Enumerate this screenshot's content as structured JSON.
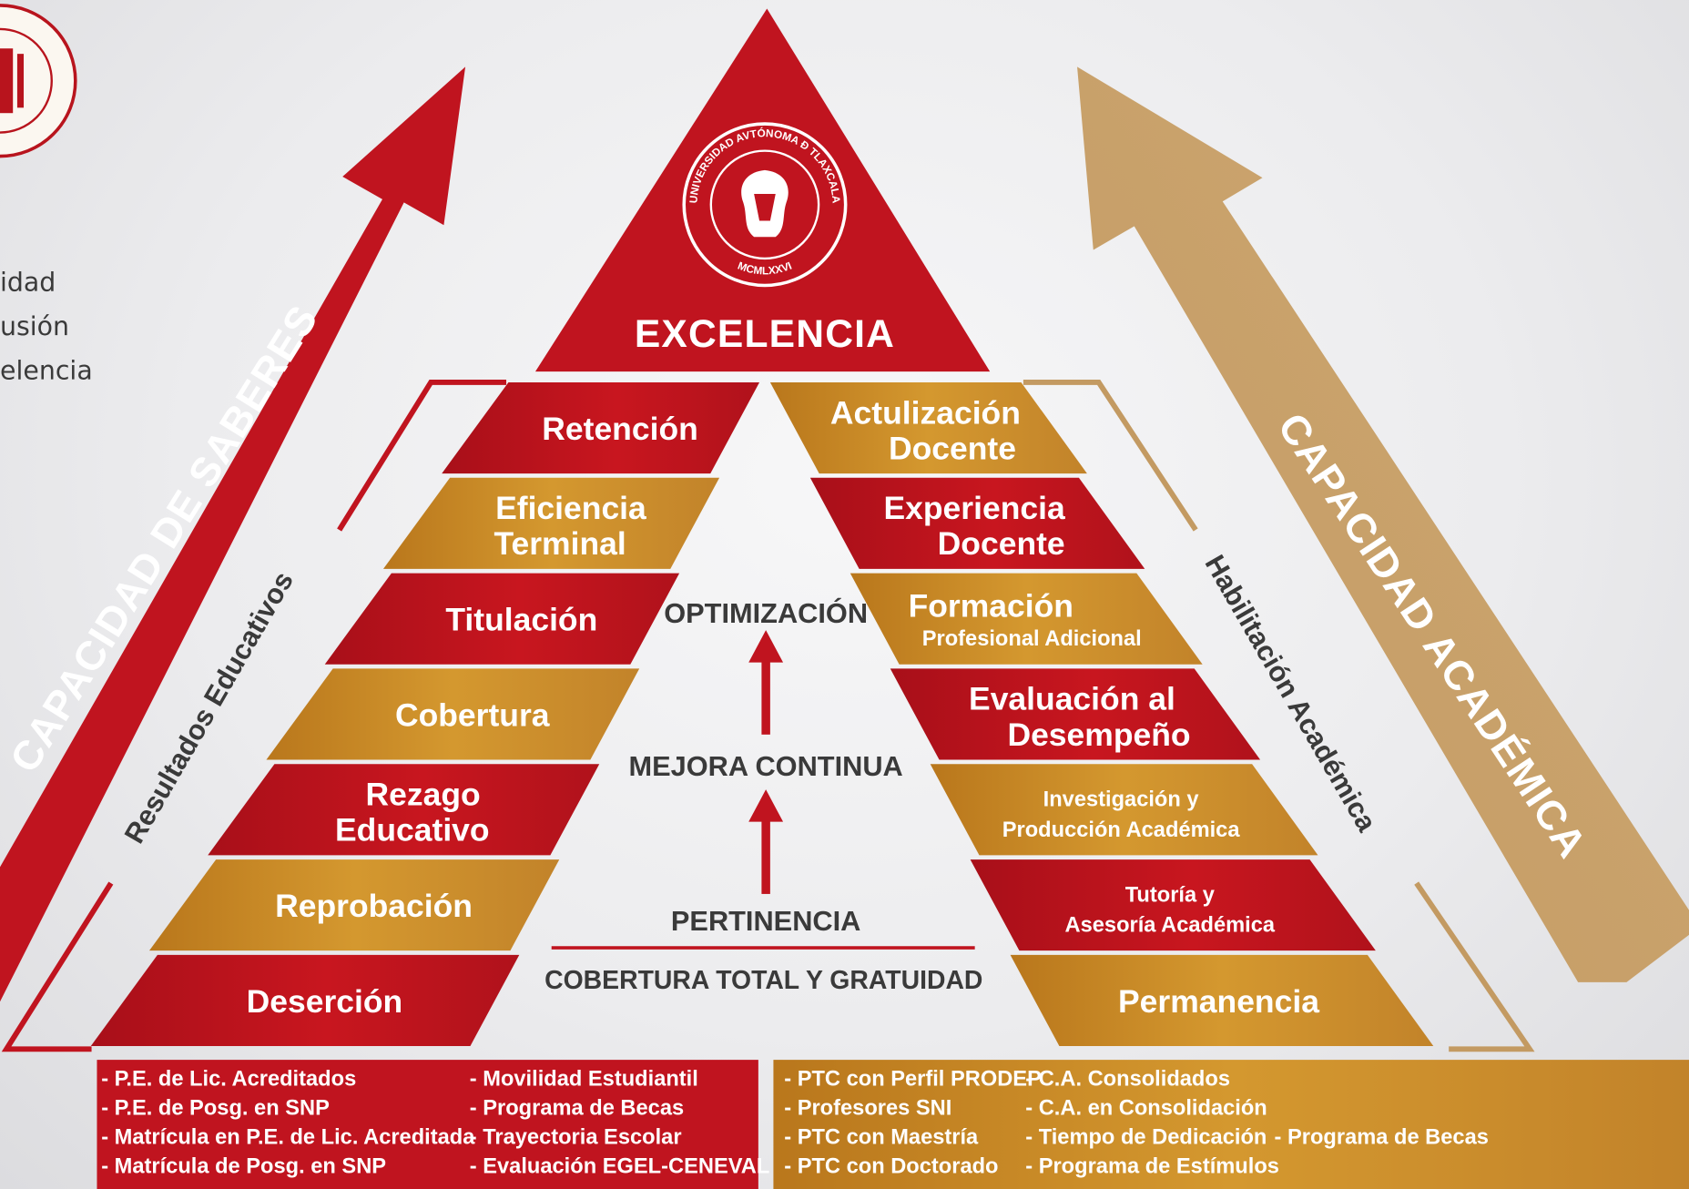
{
  "colors": {
    "red": "#c0141f",
    "gold": "#c88a2a",
    "tan": "#c39a62",
    "white": "#ffffff"
  },
  "left_fragments": [
    "idad",
    "usión",
    "elencia"
  ],
  "seal_small_text": [
    "MA Ɖ TLAXCALA",
    "TLAXCALA ·",
    "XVI"
  ],
  "seal": {
    "text_top": "UNIVERSIDAD AVTÓNOMA Ɖ TLAXCALA",
    "text_bottom": "MCMLXXVI"
  },
  "apex_label": "EXCELENCIA",
  "left_arrow_label": "CAPACIDAD DE SABERES",
  "right_arrow_label": "CAPACIDAD ACADÉMICA",
  "left_bracket_label": "Resultados Educativos",
  "right_bracket_label": "Habilitación Académica",
  "center": {
    "optimizacion": "OPTIMIZACIÓN",
    "mejora": "MEJORA CONTINUA",
    "pertinencia": "PERTINENCIA",
    "cobertura": "COBERTURA TOTAL Y GRATUIDAD"
  },
  "left_bars": [
    {
      "lines": [
        "Retención"
      ],
      "color": "red"
    },
    {
      "lines": [
        "Eficiencia",
        "Terminal"
      ],
      "color": "gold"
    },
    {
      "lines": [
        "Titulación"
      ],
      "color": "red"
    },
    {
      "lines": [
        "Cobertura"
      ],
      "color": "gold"
    },
    {
      "lines": [
        "Rezago",
        "Educativo"
      ],
      "color": "red"
    },
    {
      "lines": [
        "Reprobación"
      ],
      "color": "gold"
    },
    {
      "lines": [
        "Deserción"
      ],
      "color": "red"
    }
  ],
  "right_bars": [
    {
      "lines": [
        "Actulización",
        "Docente"
      ],
      "color": "gold"
    },
    {
      "lines": [
        "Experiencia",
        "Docente"
      ],
      "color": "red"
    },
    {
      "lines": [
        "Formación",
        "Profesional Adicional"
      ],
      "color": "gold"
    },
    {
      "lines": [
        "Evaluación al",
        "Desempeño"
      ],
      "color": "red"
    },
    {
      "lines": [
        "Investigación y",
        "Producción Académica"
      ],
      "color": "gold"
    },
    {
      "lines": [
        "Tutoría y",
        "Asesoría Académica"
      ],
      "color": "red"
    },
    {
      "lines": [
        "Permanencia"
      ],
      "color": "gold"
    }
  ],
  "bottom_left": {
    "col1": [
      "- P.E. de Lic. Acreditados",
      "- P.E. de Posg. en SNP",
      "- Matrícula en P.E. de Lic. Acreditada",
      "- Matrícula de Posg. en SNP"
    ],
    "col2": [
      "- Movilidad Estudiantil",
      "- Programa de Becas",
      "- Trayectoria Escolar",
      "- Evaluación EGEL-CENEVAL"
    ]
  },
  "bottom_right": {
    "col1": [
      "- PTC con Perfil PRODEP",
      "- Profesores SNI",
      "- PTC con Maestría",
      "- PTC con Doctorado"
    ],
    "col2": [
      "- C.A. Consolidados",
      "- C.A. en Consolidación",
      "- Tiempo de Dedicación",
      "- Programa de Estímulos"
    ],
    "col3": [
      "- Programa de Becas"
    ]
  }
}
